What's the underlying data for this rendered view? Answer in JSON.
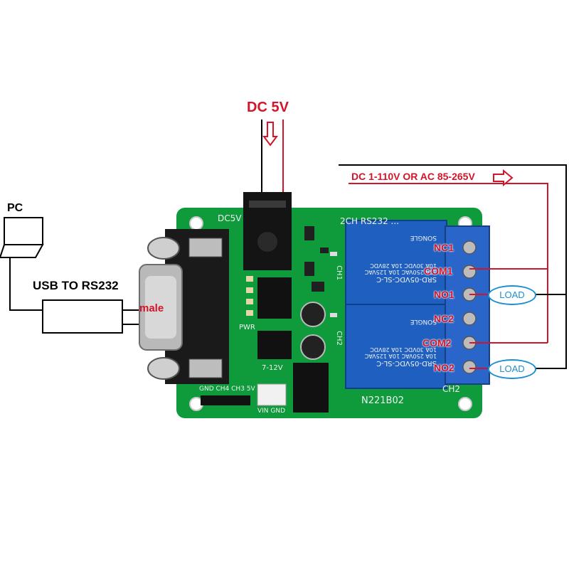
{
  "labels": {
    "dc5v_top": "DC 5V",
    "dc_load_supply": "DC 1-110V OR AC 85-265V",
    "pc": "PC",
    "usb_rs232": "USB TO RS232",
    "male": "male",
    "load": "LOAD"
  },
  "board": {
    "silk_dc5v": "DC5V",
    "silk_title": "2CH RS232 ...",
    "silk_ch1": "CH1",
    "silk_ch2_side": "CH2",
    "silk_pwr": "PWR",
    "silk_7_12v": "7-12V",
    "silk_header": "GND CH4 CH3 5V",
    "silk_vin_gnd": "VIN GND",
    "silk_model": "N221B02",
    "silk_ch2": "CH2"
  },
  "relays": {
    "part": "SRD-05VDC-SL-C",
    "spec1": "10A 250VAC  10A 125VAC",
    "spec2": "10A 30VDC  10A 28VDC",
    "brand": "SONGLE"
  },
  "terminals": [
    "NC1",
    "COM1",
    "NO1",
    "NC2",
    "COM2",
    "NO2"
  ],
  "colors": {
    "pcb": "#0f9a3c",
    "relay": "#1f5fbf",
    "terminal": "#2a66c9",
    "wire_red": "#d3142a",
    "load_outline": "#1b8fd0"
  }
}
